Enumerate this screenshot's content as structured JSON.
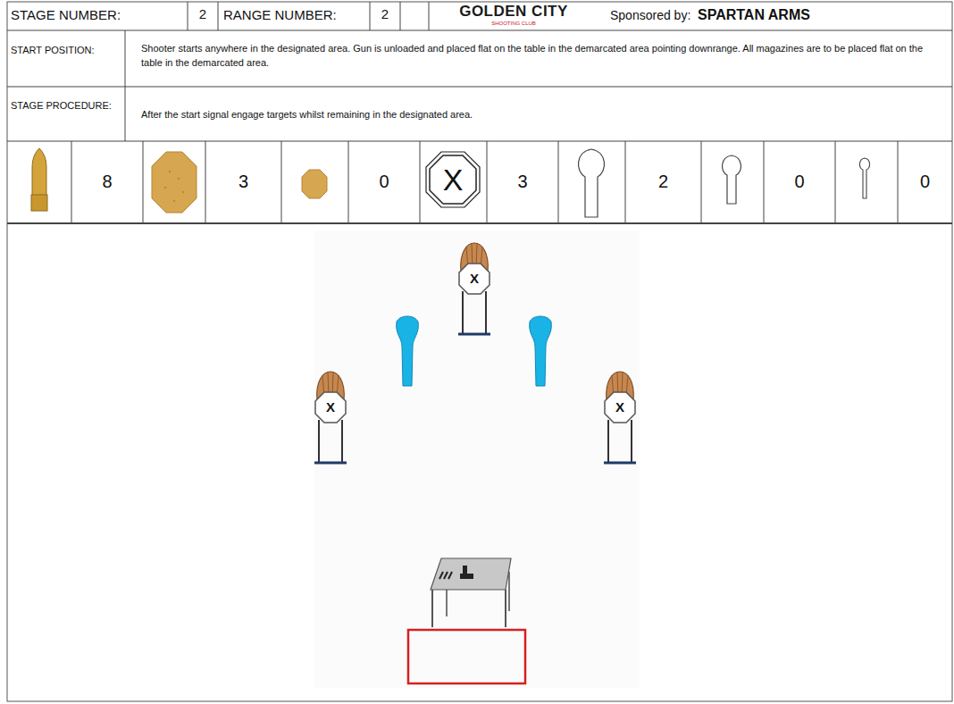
{
  "diagram": {
    "labels": [
      "STAGE NUMBER:",
      "2",
      "RANGE NUMBER:",
      "2",
      "GOLDEN CITY",
      "SHOOTING CLUB",
      "Sponsored by:",
      "SPARTAN ARMS",
      "START POSITION:",
      "Shooter starts anywhere in the designated area. Gun is unloaded and placed flat on the table in the demarcated area pointing downrange. All magazines are to be placed flat on the table in the demarcated area.",
      "STAGE PROCEDURE:",
      "After the start signal engage targets whilst remaining in the designated area.",
      "8",
      "3",
      "0",
      "X",
      "3",
      "2",
      "0",
      "0",
      "X",
      "X",
      "X"
    ]
  }
}
